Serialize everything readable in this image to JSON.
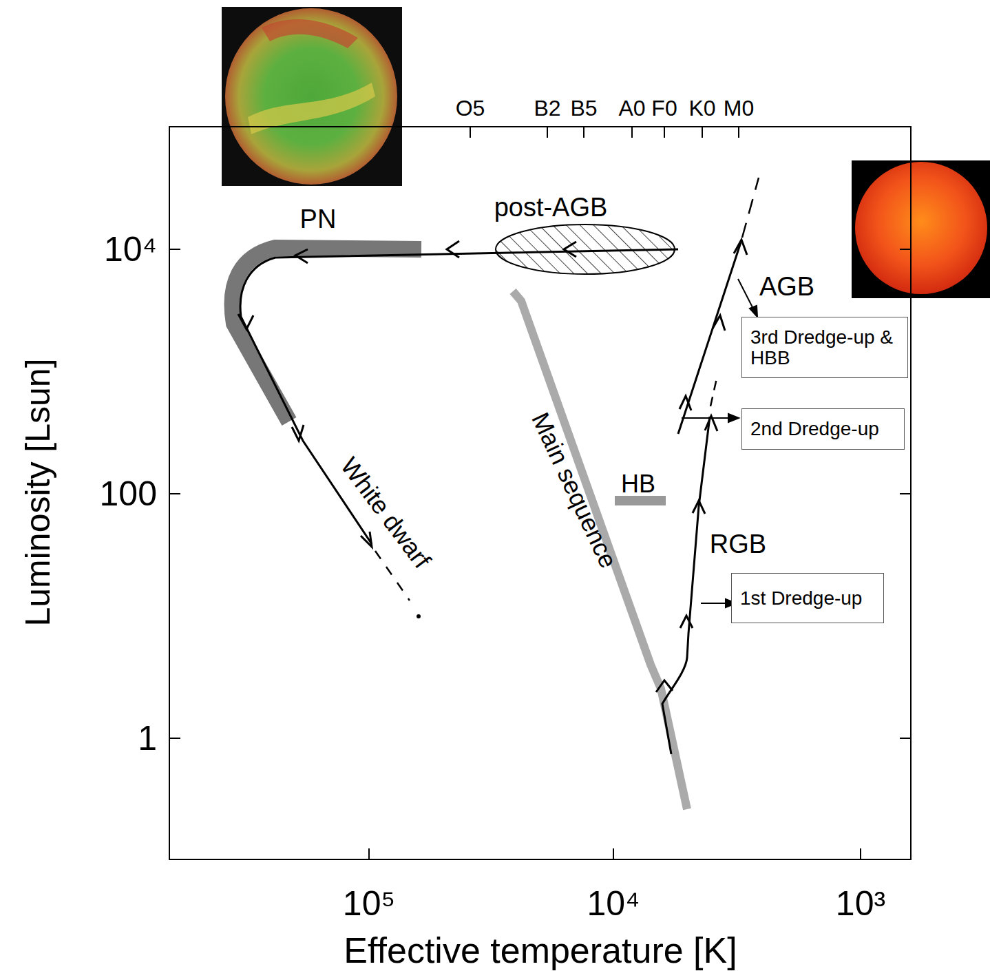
{
  "diagram": {
    "nodes": [
      {
        "text": [
          "3rd Dredge-up & HBB"
        ]
      },
      {
        "text": [
          "2nd Dredge-up"
        ]
      },
      {
        "text": [
          "1st Dredge-up"
        ]
      }
    ],
    "labels": [
      "O5",
      "B2",
      "B5",
      "A0",
      "F0",
      "K0",
      "M0",
      "post-AGB",
      "PN",
      "AGB",
      "RGB",
      "HB",
      "Main sequence",
      "White dwarf",
      "10⁴",
      "100",
      "1",
      "10⁵",
      "10⁴",
      "10³",
      "Luminosity [Lsun]",
      "Effective temperature [K]"
    ]
  }
}
